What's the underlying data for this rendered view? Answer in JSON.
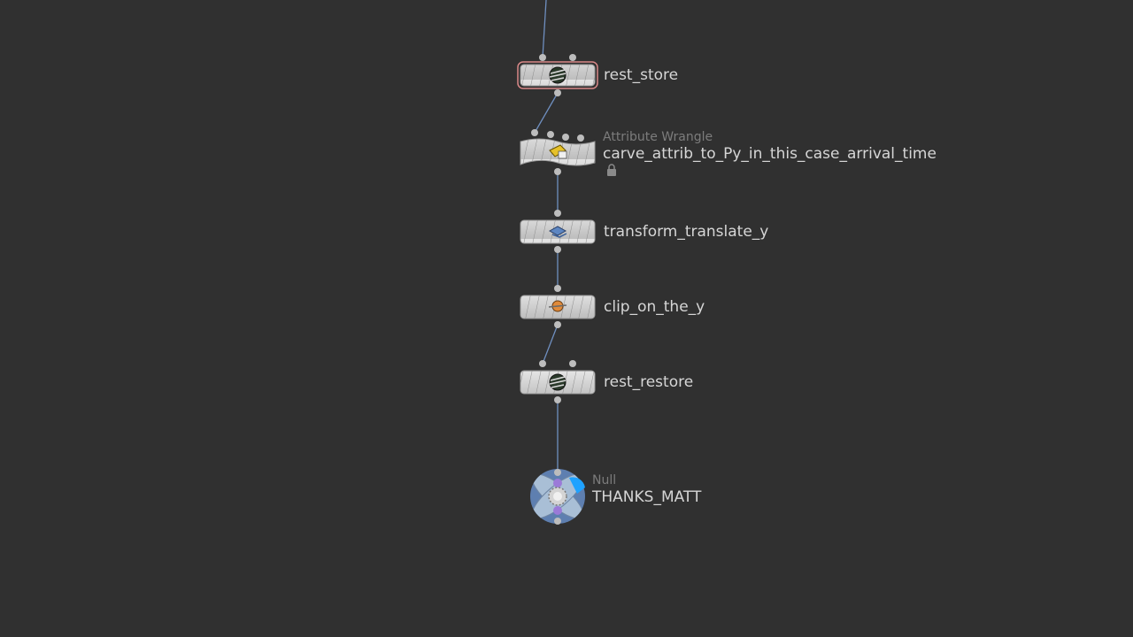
{
  "network": {
    "background": "#303030",
    "wire_color": "#6f8fc0",
    "nodes": [
      {
        "name": "rest_store",
        "selected": true
      },
      {
        "type": "Attribute Wrangle",
        "name": "carve_attrib_to_Py_in_this_case_arrival_time",
        "locked": true
      },
      {
        "name": "transform_translate_y"
      },
      {
        "name": "clip_on_the_y"
      },
      {
        "name": "rest_restore"
      },
      {
        "type": "Null",
        "name": "THANKS_MATT"
      }
    ],
    "icons": {
      "rest_store": "stripes-sphere-icon",
      "wrangle": "wrangle-icon",
      "transform": "transform-icon",
      "clip": "clip-icon",
      "rest_restore": "stripes-sphere-icon",
      "null": "null-icon"
    }
  }
}
